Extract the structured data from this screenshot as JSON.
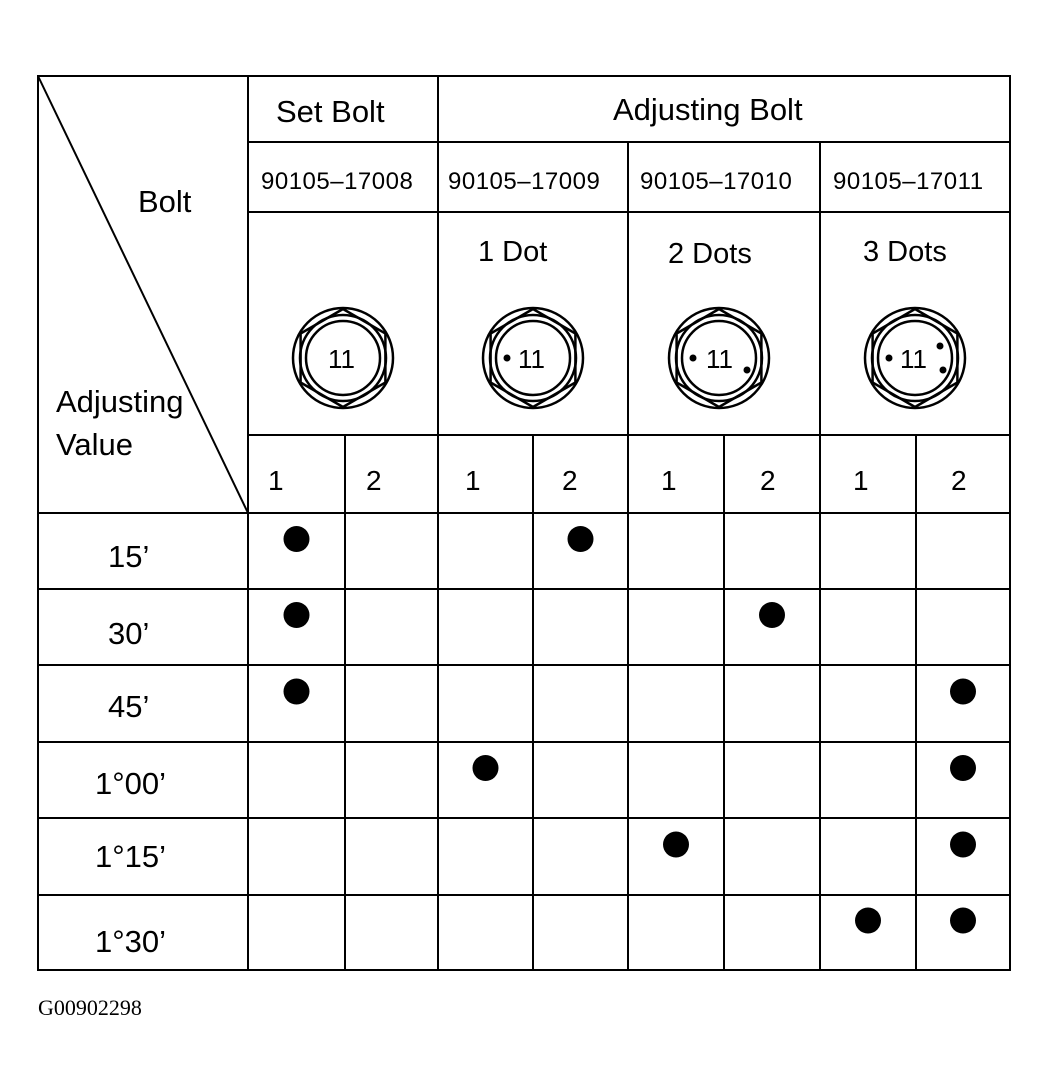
{
  "table": {
    "corner": {
      "top_label": "Bolt",
      "bottom_label_line1": "Adjusting",
      "bottom_label_line2": "Value"
    },
    "group_headers": {
      "set_bolt": "Set Bolt",
      "adjusting_bolt": "Adjusting Bolt"
    },
    "bolts": [
      {
        "part_no": "90105–17008",
        "mark_label": "",
        "head_text": "11",
        "dots": 0
      },
      {
        "part_no": "90105–17009",
        "mark_label": "1 Dot",
        "head_text": "11",
        "dots": 1
      },
      {
        "part_no": "90105–17010",
        "mark_label": "2 Dots",
        "head_text": "11",
        "dots": 2
      },
      {
        "part_no": "90105–17011",
        "mark_label": "3 Dots",
        "head_text": "11",
        "dots": 3
      }
    ],
    "position_labels": [
      "1",
      "2",
      "1",
      "2",
      "1",
      "2",
      "1",
      "2"
    ],
    "rows": [
      {
        "value": "15’",
        "marks": [
          1,
          4
        ]
      },
      {
        "value": "30’",
        "marks": [
          1,
          6
        ]
      },
      {
        "value": "45’",
        "marks": [
          1,
          8
        ]
      },
      {
        "value": "1°00’",
        "marks": [
          3,
          8
        ]
      },
      {
        "value": "1°15’",
        "marks": [
          5,
          8
        ]
      },
      {
        "value": "1°30’",
        "marks": [
          7,
          8
        ]
      }
    ]
  },
  "figure_id": "G00902298"
}
